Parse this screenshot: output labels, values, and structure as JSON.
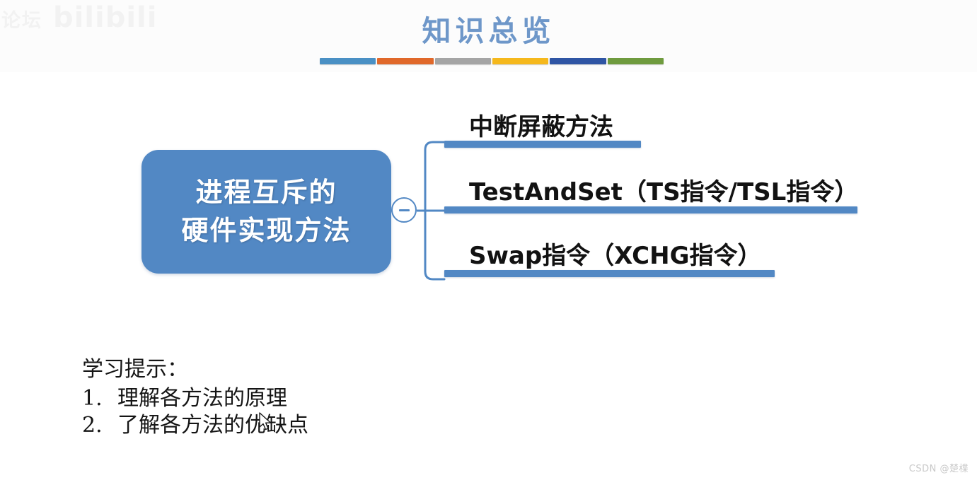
{
  "slide": {
    "title": "知识总览",
    "title_color": "#6e97c9",
    "background": "#ffffff"
  },
  "title_bars": [
    {
      "name": "bar-blue",
      "color": "#4a90c4"
    },
    {
      "name": "bar-orange",
      "color": "#e0682a"
    },
    {
      "name": "bar-gray",
      "color": "#a5a5a5"
    },
    {
      "name": "bar-yellow",
      "color": "#f5b81c"
    },
    {
      "name": "bar-darkblue",
      "color": "#2f55a4"
    },
    {
      "name": "bar-green",
      "color": "#6f9b3e"
    }
  ],
  "mindmap": {
    "accent_color": "#5288c4",
    "root": {
      "line1": "进程互斥的",
      "line2": "硬件实现方法",
      "text_color": "#ffffff",
      "fill_color": "#5288c4"
    },
    "toggle": {
      "state": "expanded",
      "symbol": "minus"
    },
    "branches": [
      {
        "label": "中断屏蔽方法"
      },
      {
        "label": "TestAndSet（TS指令/TSL指令）"
      },
      {
        "label": "Swap指令（XCHG指令）"
      }
    ]
  },
  "hints": {
    "heading": "学习提示：",
    "items": [
      {
        "num": "1.",
        "text": "理解各方法的原理"
      },
      {
        "num": "2.",
        "text": "了解各方法的优缺点"
      }
    ]
  },
  "watermarks": {
    "bilibili_cn": "论坛",
    "bilibili_logo": "bilibili",
    "csdn": "CSDN @楚楪"
  }
}
